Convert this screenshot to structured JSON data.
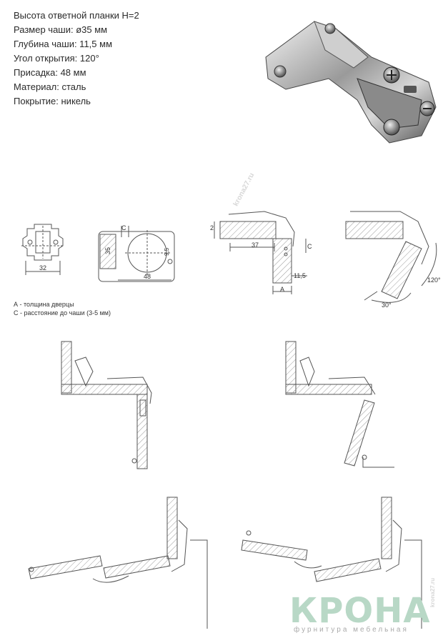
{
  "specs": [
    "Высота ответной планки H=2",
    "Размер чаши: ø35 мм",
    "Глубина чаши: 11,5 мм",
    "Угол открытия:  120°",
    "Присадка: 48 мм",
    "Материал: сталь",
    "Покрытие: никель"
  ],
  "legend": {
    "a": "А - толщина дверцы",
    "c": "С - расстояние до чаши (3-5 мм)"
  },
  "dims": {
    "d32": "32",
    "d35": "35",
    "d48": "48",
    "d95": "9,5",
    "c": "C",
    "d2": "2",
    "d37": "37",
    "d115": "11,5",
    "a": "A",
    "c2": "C",
    "deg120": "120°",
    "deg30": "30°"
  },
  "brand": {
    "logo": "КРОНА",
    "tagline": "фурнитура мебельная",
    "site": "krona27.ru"
  }
}
